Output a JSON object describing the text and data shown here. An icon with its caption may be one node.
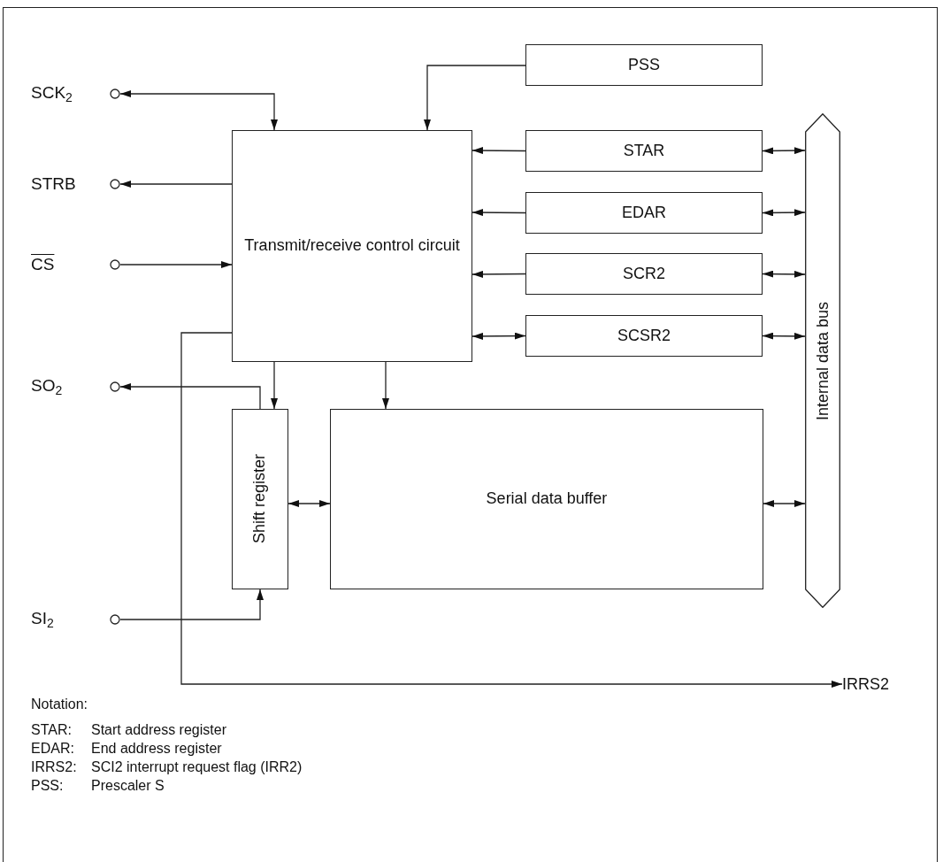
{
  "diagram": {
    "nodes": [
      {
        "text": [
          "SCK$_{2}$"
        ]
      },
      {
        "text": [
          "STRB"
        ]
      },
      {
        "text": [
          "CS"
        ]
      },
      {
        "text": [
          "SO$_{2}$"
        ]
      },
      {
        "text": [
          "SI$_{2}$"
        ]
      },
      {
        "text": [
          "PSS"
        ]
      },
      {
        "text": [
          "Transmit/receive control circuit"
        ]
      },
      {
        "text": [
          "STAR"
        ]
      },
      {
        "text": [
          "EDAR"
        ]
      },
      {
        "text": [
          "SCR2"
        ]
      },
      {
        "text": [
          "SCSR2"
        ]
      },
      {
        "text": [
          "Shift register"
        ]
      },
      {
        "text": [
          "Serial data buffer"
        ]
      },
      {
        "text": [
          "Internal data bus"
        ]
      },
      {
        "text": [
          "IRRS2"
        ]
      }
    ],
    "edges": [
      {
        "from": 0,
        "to": 6,
        "arrow": "both"
      },
      {
        "from": 6,
        "to": 1,
        "arrow": "to"
      },
      {
        "from": 2,
        "to": 6,
        "arrow": "to"
      },
      {
        "from": 11,
        "to": 3,
        "arrow": "to"
      },
      {
        "from": 4,
        "to": 11,
        "arrow": "to"
      },
      {
        "from": 5,
        "to": 6,
        "arrow": "to"
      },
      {
        "from": 7,
        "to": 6,
        "arrow": "to"
      },
      {
        "from": 8,
        "to": 6,
        "arrow": "to"
      },
      {
        "from": 9,
        "to": 6,
        "arrow": "to"
      },
      {
        "from": 10,
        "to": 6,
        "arrow": "both"
      },
      {
        "from": 7,
        "to": 13,
        "arrow": "both"
      },
      {
        "from": 8,
        "to": 13,
        "arrow": "both"
      },
      {
        "from": 9,
        "to": 13,
        "arrow": "both"
      },
      {
        "from": 10,
        "to": 13,
        "arrow": "both"
      },
      {
        "from": 12,
        "to": 13,
        "arrow": "both"
      },
      {
        "from": 6,
        "to": 11,
        "arrow": "to"
      },
      {
        "from": 6,
        "to": 12,
        "arrow": "to"
      },
      {
        "from": 11,
        "to": 12,
        "arrow": "both"
      },
      {
        "from": 6,
        "to": 14,
        "arrow": "to"
      }
    ],
    "labels": [
      "Notation:",
      "STAR:",
      "Start address register",
      "EDAR:",
      "End address register",
      "IRRS2:",
      "SCI2 interrupt request flag (IRR2)",
      "PSS:",
      "Prescaler S"
    ]
  }
}
